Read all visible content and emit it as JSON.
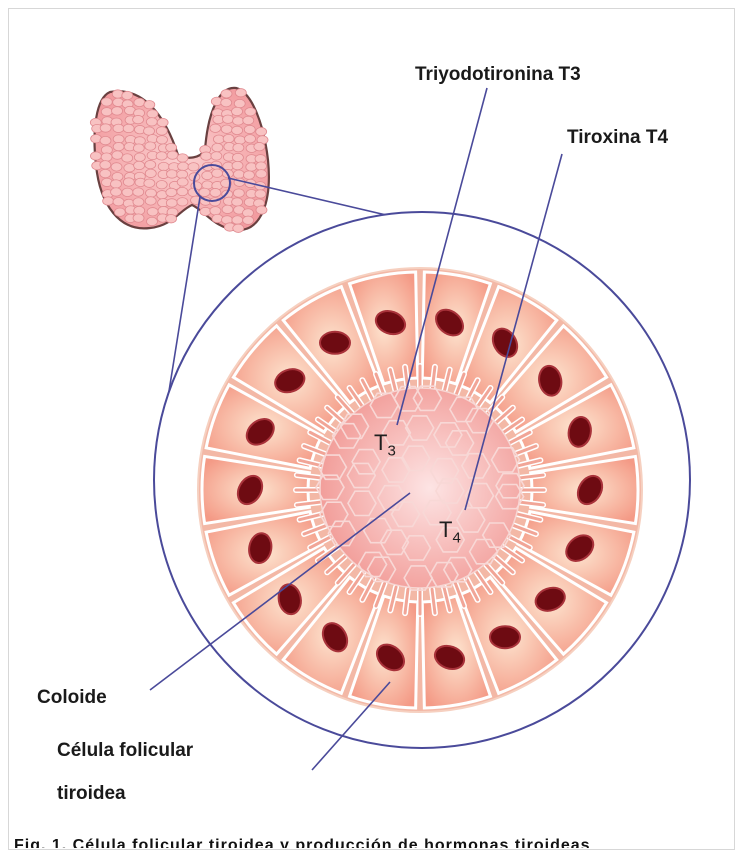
{
  "labels": {
    "t3_label": "Triyodotironina T3",
    "t4_label": "Tiroxina T4",
    "colloid": "Coloide",
    "cell_line1": "Célula folicular",
    "cell_line2": "tiroidea"
  },
  "inner_labels": {
    "t3_letter": "T",
    "t3_sub": "3",
    "t4_letter": "T",
    "t4_sub": "4"
  },
  "caption": "Fig. 1. Célula folicular tiroidea y producción de hormonas tiroideas",
  "colors": {
    "line": "#4a4a9a",
    "gland": "#f6b4b4",
    "gland_outline": "#5a3a3a",
    "cell_fill": "#f6a98e",
    "cell_light": "#fde1cc",
    "nucleus": "#6e0b12",
    "colloid": "#f5b3ae"
  }
}
